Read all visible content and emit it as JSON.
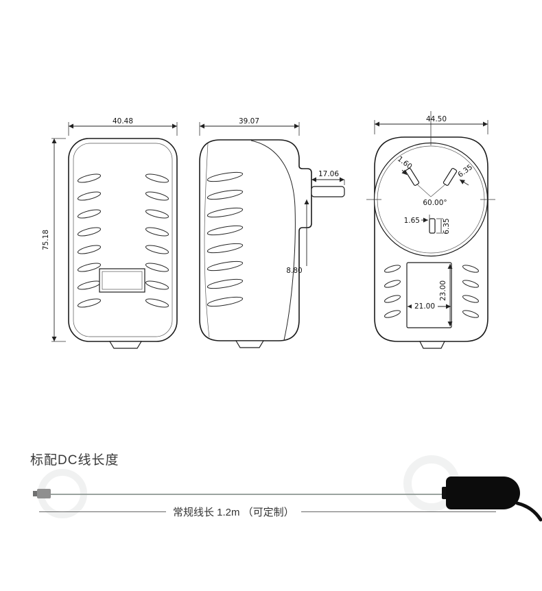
{
  "drawing": {
    "front_view": {
      "width_dim": "40.48",
      "height_dim": "75.18"
    },
    "side_view": {
      "width_dim": "39.07",
      "pin_length_dim": "17.06",
      "pin_dim": "8.80"
    },
    "back_view": {
      "width_dim": "44.50",
      "pin_thickness_dim": "1.60",
      "pin_width_dim": "6.35",
      "pin_angle_dim": "60.00°",
      "ground_pin_gap_dim": "1.65",
      "ground_pin_width_dim": "6.35",
      "label_width_dim": "21.00",
      "label_height_dim": "23.00"
    }
  },
  "cable_section": {
    "title": "标配DC线长度",
    "length_note": "常规线长 1.2m （可定制）"
  }
}
